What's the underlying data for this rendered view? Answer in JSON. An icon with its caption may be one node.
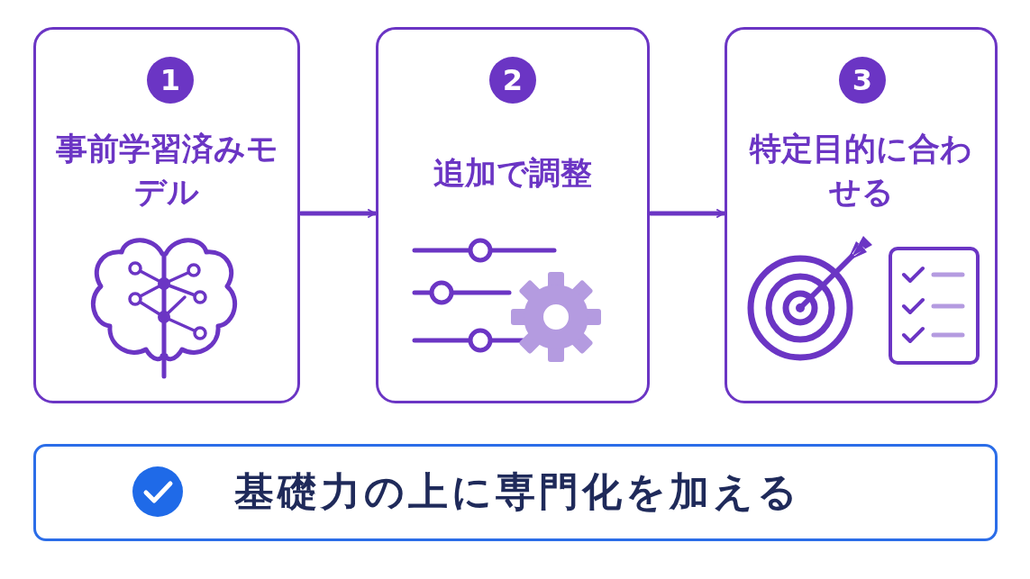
{
  "diagram": {
    "nodes": [
      {
        "text": [
          "事前学習済みモデル"
        ]
      },
      {
        "text": [
          "1"
        ],
        "in": 0
      },
      {
        "text": [
          "追加で調整"
        ]
      },
      {
        "text": [
          "2"
        ],
        "in": 2
      },
      {
        "text": [
          "特定目的に合わせる"
        ]
      },
      {
        "text": [
          "3"
        ],
        "in": 4
      },
      {
        "text": [
          "基礎力の上に専門化を加える"
        ]
      }
    ],
    "edges": [
      {
        "from": 0,
        "to": 2,
        "arrow": "to"
      },
      {
        "from": 2,
        "to": 4,
        "arrow": "to"
      }
    ]
  }
}
